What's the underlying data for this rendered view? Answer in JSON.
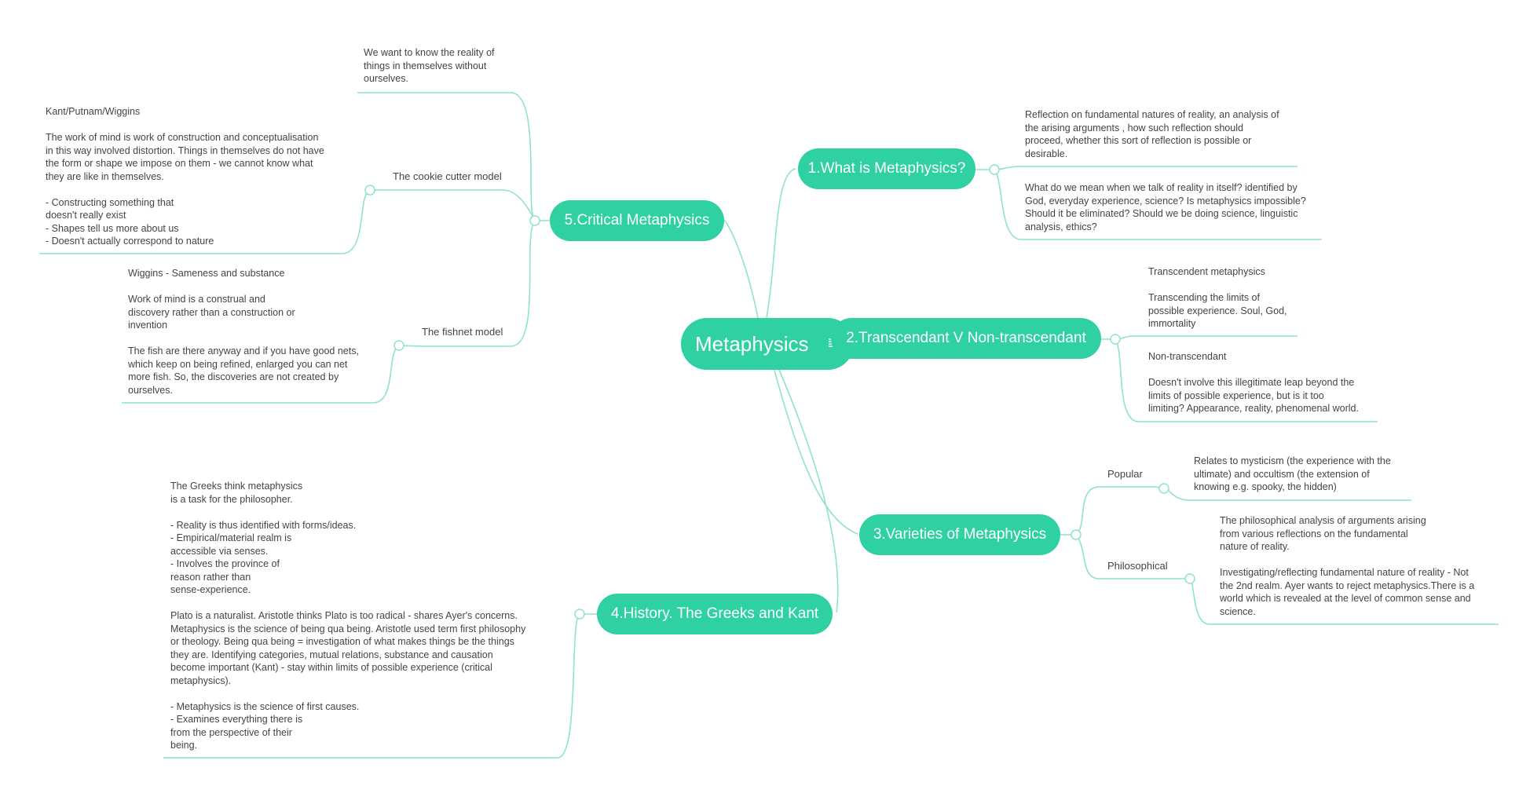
{
  "root": {
    "label": "Metaphysics",
    "has_note": true,
    "note_icon": "note-icon"
  },
  "topics": {
    "t1": {
      "label": "1.What is Metaphysics?"
    },
    "t2": {
      "label": "2.Transcendant V Non-transcendant"
    },
    "t3": {
      "label": "3.Varieties of Metaphysics"
    },
    "t4": {
      "label": "4.History. The Greeks and Kant"
    },
    "t5": {
      "label": "5.Critical Metaphysics"
    }
  },
  "notes": {
    "t1_a": "Reflection on fundamental natures of reality, an analysis of\nthe arising arguments , how such reflection should\nproceed, whether this sort of reflection is possible or\ndesirable.",
    "t1_b": "What do we mean when we talk of reality in itself? identified by\nGod, everyday experience, science? Is metaphysics impossible?\nShould it be eliminated? Should we be doing science, linguistic\nanalysis, ethics?",
    "t2_a": "Transcendent metaphysics\n\nTranscending the limits of\npossible experience. Soul, God,\nimmortality",
    "t2_b": "Non-transcendant\n\nDoesn't involve this illegitimate leap beyond the\nlimits of possible experience, but is it too\nlimiting? Appearance, reality, phenomenal world.",
    "t3_popular_label": "Popular",
    "t3_popular": "Relates to mysticism (the experience with the\nultimate) and occultism (the extension of\nknowing e.g. spooky, the hidden)",
    "t3_phil_label": "Philosophical",
    "t3_phil": "The philosophical analysis of arguments arising\nfrom various reflections on the fundamental\nnature of reality.\n\nInvestigating/reflecting fundamental nature of reality - Not\nthe 2nd realm. Ayer wants to reject metaphysics.There is a\nworld which is revealed at the level of common sense and\nscience.",
    "t4_a": "The Greeks think metaphysics\nis a task for the philosopher.\n\n- Reality is thus identified with forms/ideas.\n- Empirical/material realm is\naccessible via senses.\n- Involves the province of\nreason rather than\nsense-experience.\n\nPlato is a naturalist. Aristotle thinks Plato is too radical - shares Ayer's concerns.\nMetaphysics is the science of being qua being. Aristotle used term first philosophy\nor theology. Being qua being = investigation of what makes things be the things\nthey are. Identifying categories, mutual relations, substance and causation\nbecome important (Kant) - stay within limits of possible experience (critical\nmetaphysics).\n\n- Metaphysics is the science of first causes.\n- Examines everything there is\nfrom the perspective of their\nbeing.",
    "t5_a": "We want to know the reality of\nthings in themselves without\nourselves.",
    "t5_cookie_label": "The cookie cutter model",
    "t5_cookie": "Kant/Putnam/Wiggins\n\nThe work of mind is work of construction and conceptualisation\nin this way involved distortion. Things in themselves do not have\nthe form or shape we impose on them - we cannot know what\nthey are like in themselves.\n\n- Constructing something that\ndoesn't really exist\n- Shapes tell us more about us\n- Doesn't actually correspond to nature",
    "t5_fish_label": "The fishnet model",
    "t5_fish": "Wiggins - Sameness and substance\n\nWork of mind is a construal and\ndiscovery rather than a construction or\ninvention\n\nThe fish are there anyway and if you have good nets,\nwhich keep on being refined, enlarged you can net\nmore fish. So, the discoveries are not created by\nourselves."
  },
  "colors": {
    "node": "#2fd1a2",
    "line": "#8fe3c9",
    "text": "#444444",
    "background": "#ffffff"
  }
}
